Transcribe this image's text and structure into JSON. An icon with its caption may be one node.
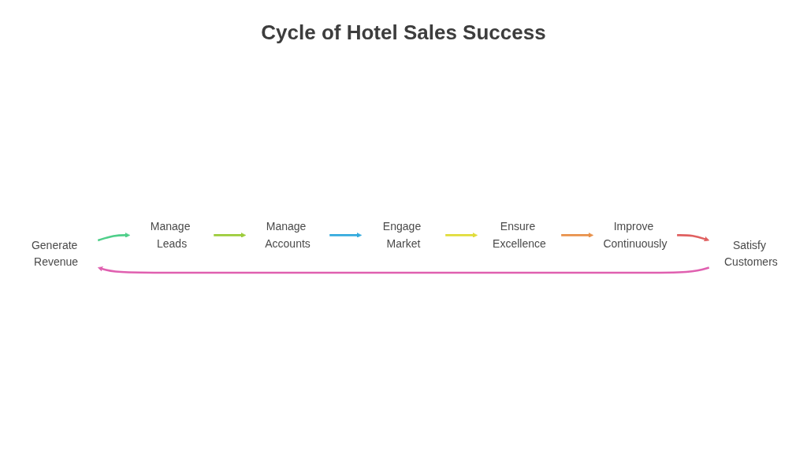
{
  "diagram": {
    "title": "Cycle of Hotel Sales Success",
    "nodes": [
      {
        "text": [
          "Generate Revenue"
        ]
      },
      {
        "text": [
          "Manage Leads"
        ]
      },
      {
        "text": [
          "Manage Accounts"
        ]
      },
      {
        "text": [
          "Engage Market"
        ]
      },
      {
        "text": [
          "Ensure Excellence"
        ]
      },
      {
        "text": [
          "Improve Continuously"
        ]
      },
      {
        "text": [
          "Satisfy Customers"
        ]
      }
    ],
    "edges": [
      {
        "from": 0,
        "to": 1,
        "arrow": "to",
        "color": "#4fcf8a"
      },
      {
        "from": 1,
        "to": 2,
        "arrow": "to",
        "color": "#9ccc3a"
      },
      {
        "from": 2,
        "to": 3,
        "arrow": "to",
        "color": "#33aadd"
      },
      {
        "from": 3,
        "to": 4,
        "arrow": "to",
        "color": "#e0dc3a"
      },
      {
        "from": 4,
        "to": 5,
        "arrow": "to",
        "color": "#e8914a"
      },
      {
        "from": 5,
        "to": 6,
        "arrow": "to",
        "color": "#e06060"
      },
      {
        "from": 6,
        "to": 0,
        "arrow": "to",
        "color": "#e060b0"
      }
    ]
  }
}
